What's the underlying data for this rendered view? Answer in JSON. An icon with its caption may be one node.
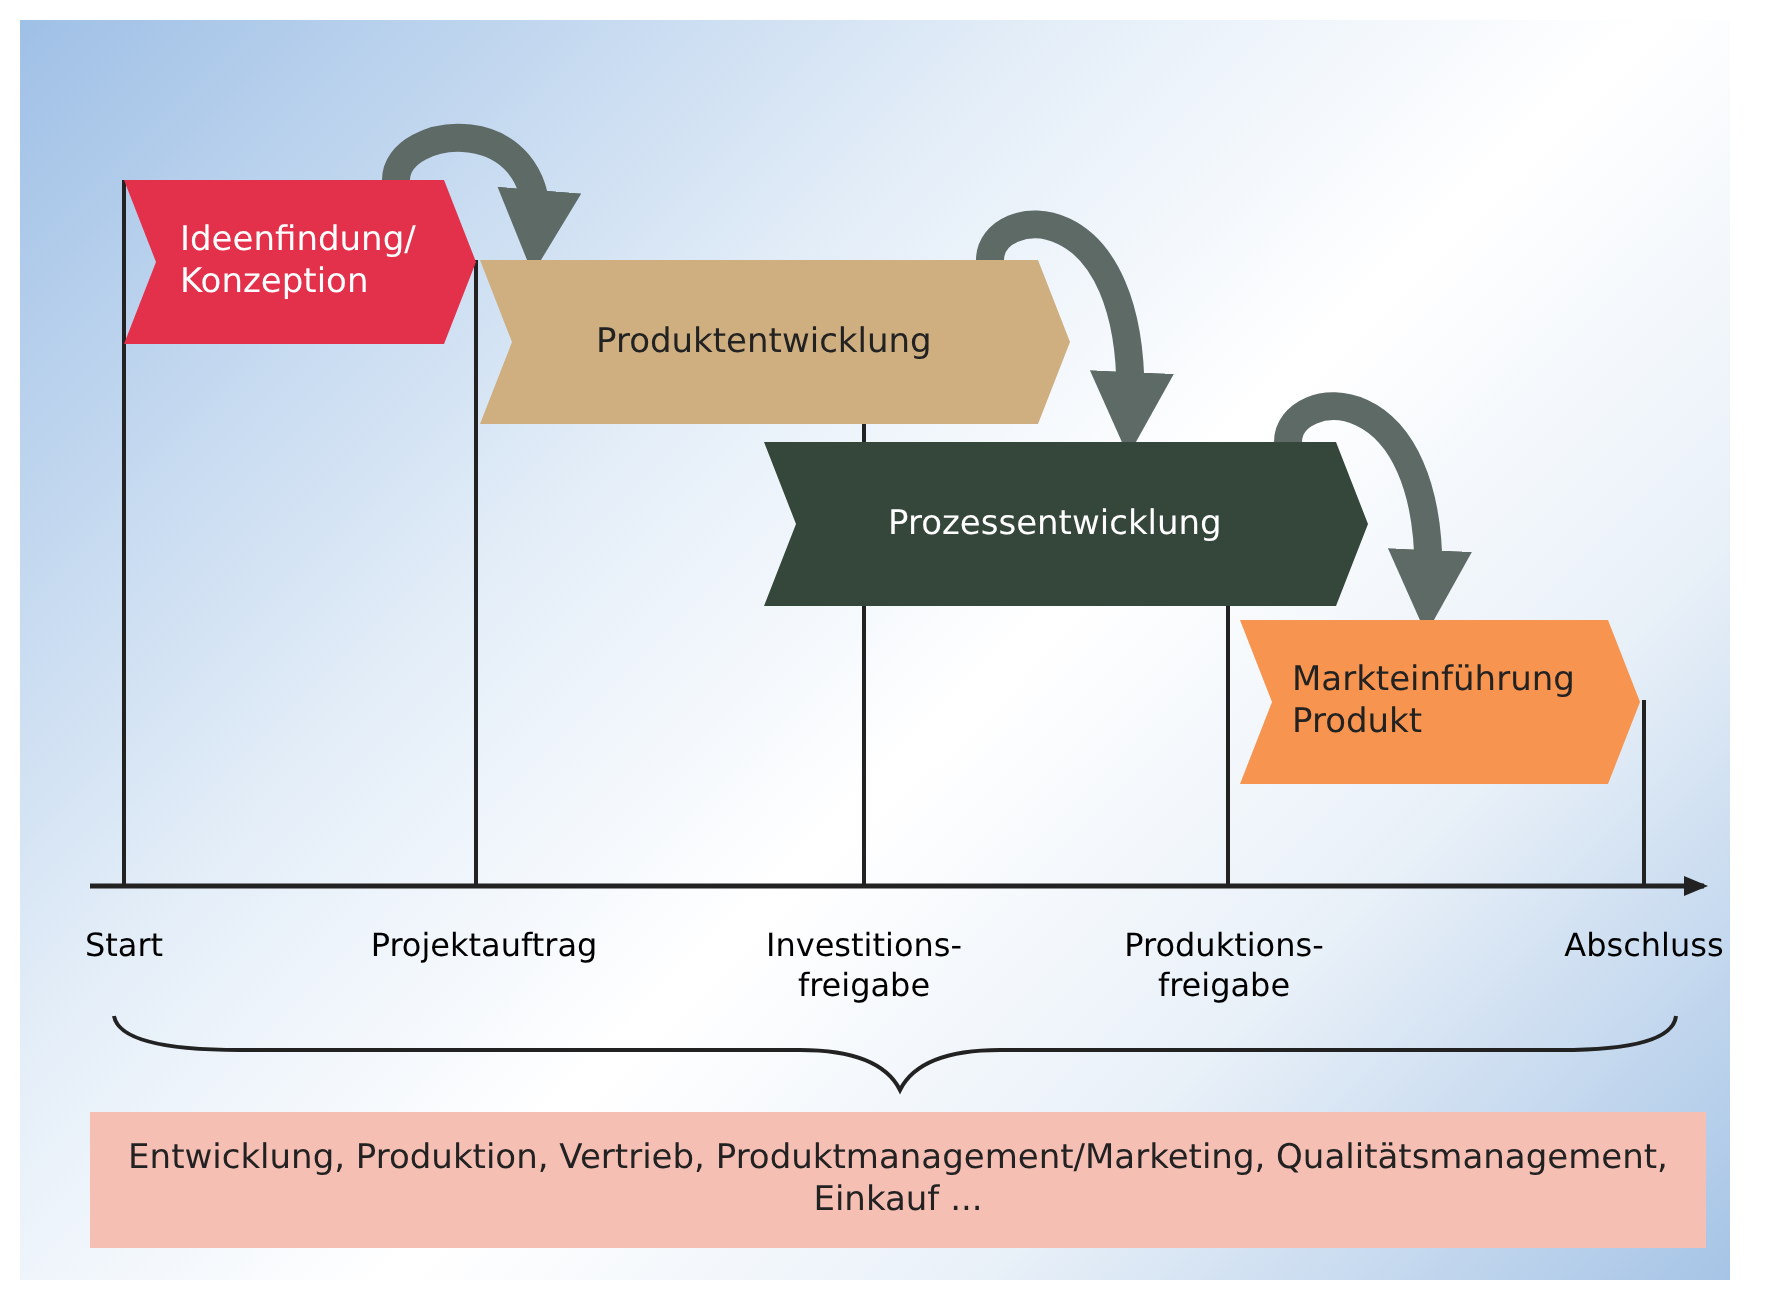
{
  "diagram": {
    "nodes": [
      {
        "text": [
          "Ideenfindung/ Konzeption"
        ]
      },
      {
        "text": [
          "Produktentwicklung"
        ]
      },
      {
        "text": [
          "Prozessentwicklung"
        ]
      },
      {
        "text": [
          "Markteinführung Produkt"
        ]
      },
      {
        "text": [
          "Entwicklung, Produktion, Vertrieb, Produktmanagement/Marketing, Qualitätsmanagement, Einkauf ..."
        ]
      }
    ],
    "edges": [
      {
        "from": 0,
        "to": 1,
        "arrow": "to"
      },
      {
        "from": 1,
        "to": 2,
        "arrow": "to"
      },
      {
        "from": 2,
        "to": 3,
        "arrow": "to"
      }
    ],
    "labels": [
      "Start",
      "Projektauftrag",
      "Investitions- freigabe",
      "Produktions- freigabe",
      "Abschluss"
    ]
  }
}
